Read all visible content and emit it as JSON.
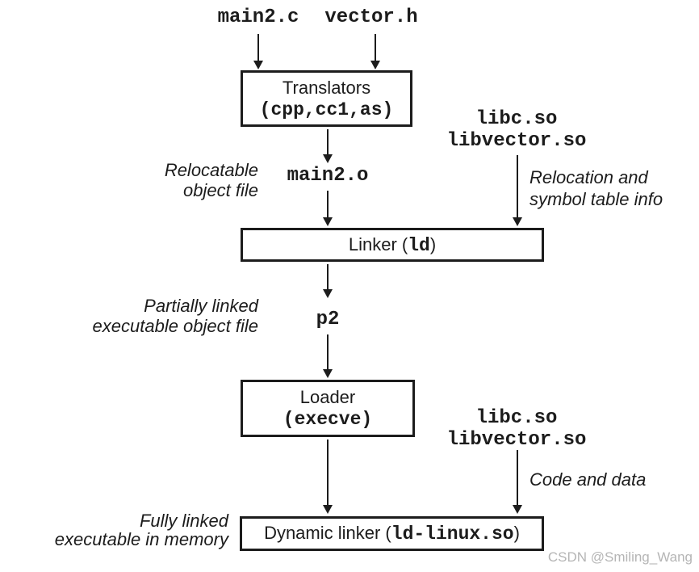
{
  "colors": {
    "ink": "#1c1c1c",
    "box_border": "#1c1c1c",
    "background": "#ffffff",
    "watermark": "#b5b5b5"
  },
  "diagram": {
    "inputs": {
      "source_file": "main2.c",
      "header_file": "vector.h"
    },
    "translators": {
      "title": "Translators",
      "tools": "(cpp,cc1,as)"
    },
    "relocatable_object": "main2.o",
    "partial_executable": "p2",
    "shared_libs_upper": [
      "libc.so",
      "libvector.so"
    ],
    "shared_libs_lower": [
      "libc.so",
      "libvector.so"
    ],
    "linker": {
      "prefix": "Linker (",
      "command": "ld",
      "suffix": ")"
    },
    "loader": {
      "title": "Loader",
      "syscall": "(execve)"
    },
    "dynamic_linker": {
      "prefix": "Dynamic linker (",
      "command": "ld-linux.so",
      "suffix": ")"
    },
    "labels": {
      "relocatable": [
        "Relocatable",
        "object file"
      ],
      "relocation_info": [
        "Relocation and",
        "symbol table info"
      ],
      "partially_linked": [
        "Partially linked",
        "executable object file"
      ],
      "code_and_data": "Code and data",
      "fully_linked": [
        "Fully linked",
        "executable in memory"
      ]
    },
    "watermark": "CSDN @Smiling_Wang"
  }
}
